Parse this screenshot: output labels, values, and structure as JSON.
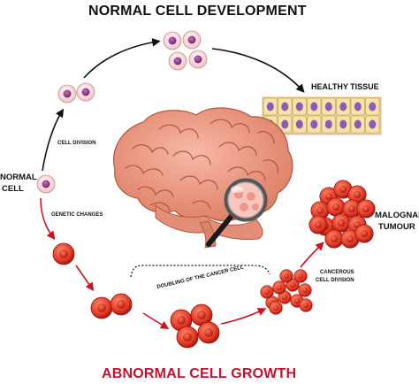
{
  "title_top": "NORMAL CELL DEVELOPMENT",
  "title_bottom": "ABNORMAL CELL GROWTH",
  "labels": {
    "healthy_tissue": "HEALTHY TISSUE",
    "cell_division": "CELL DIVISION",
    "normal_cell_line1": "NORMAL",
    "normal_cell_line2": "CELL",
    "genetic_changes": "GENETIC CHANGES",
    "doubling": "DOUBLING OF THE CANCER CELL",
    "cancerous_line1": "CANCEROUS",
    "cancerous_line2": "CELL DIVISION",
    "malignant_line1": "MALOGNANT",
    "malignant_line2": "TUMOUR"
  },
  "colors": {
    "text": "#111111",
    "title_bottom": "#c8102e",
    "arrow_red": "#d01020",
    "arrow_black": "#111111",
    "normal_cell_fill": "#f7d7d7",
    "normal_cell_nucleus": "#9b3a8e",
    "cancer_cell_fill": "#e8432e",
    "cancer_cell_nucleus": "#c22018",
    "brain_fill": "#f2a18a",
    "brain_line": "#b35640",
    "tissue_fill": "#f6e3a6",
    "tissue_nucleus": "#8a5cb8"
  },
  "icons": [
    "brain-illustration",
    "magnifier-icon"
  ]
}
